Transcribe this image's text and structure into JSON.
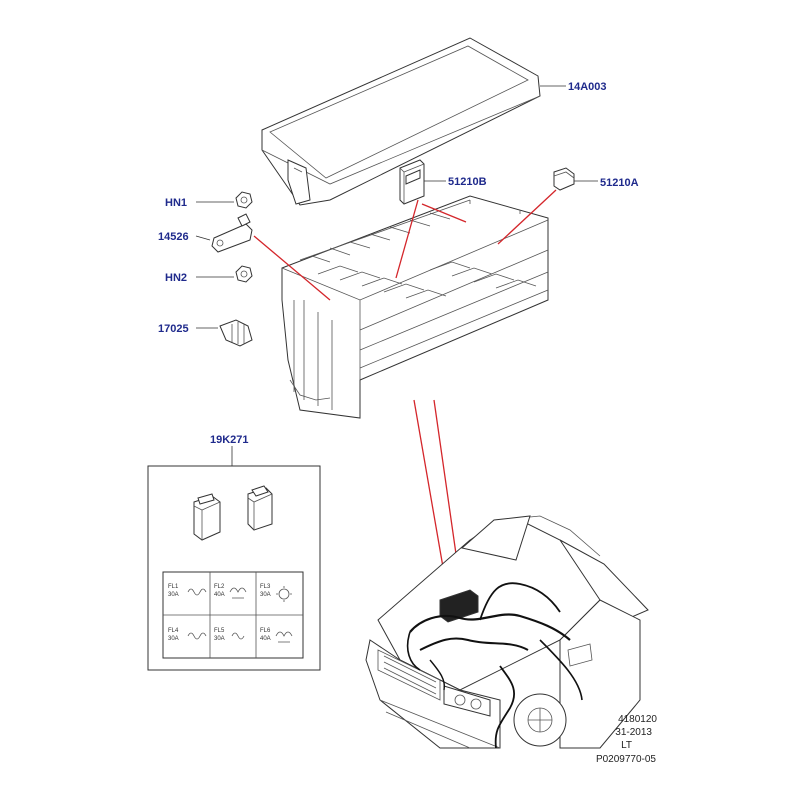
{
  "callouts": {
    "cover": "14A003",
    "fuse_b": "51210B",
    "fuse_a": "51210A",
    "nut_1": "HN1",
    "stud": "14526",
    "nut_2": "HN2",
    "bolt": "17025",
    "fuse_kit": "19K271"
  },
  "fuse_table": [
    {
      "id": "FL1",
      "rating": "30A"
    },
    {
      "id": "FL2",
      "rating": "40A"
    },
    {
      "id": "FL3",
      "rating": "30A"
    },
    {
      "id": "FL4",
      "rating": "30A"
    },
    {
      "id": "FL5",
      "rating": "30A"
    },
    {
      "id": "FL6",
      "rating": "40A"
    }
  ],
  "footer": {
    "code_1": "4180120",
    "date": "31-2013",
    "region": "LT",
    "illustration_id": "P0209770-05"
  },
  "colors": {
    "callout_text": "#1f2a8c",
    "highlight_line": "#d4262b",
    "line_art": "#333333"
  }
}
